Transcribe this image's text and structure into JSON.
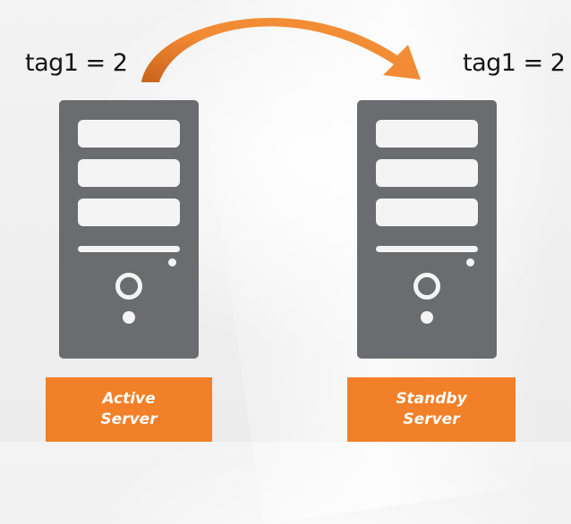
{
  "active": {
    "tag": "tag1 = 2",
    "label_line1": "Active",
    "label_line2": "Server"
  },
  "standby": {
    "tag": "tag1 = 2",
    "label_line1": "Standby",
    "label_line2": "Server"
  },
  "colors": {
    "accent": "#f28028",
    "server_body": "#6b6c6f",
    "server_detail": "#f4f4f4"
  }
}
